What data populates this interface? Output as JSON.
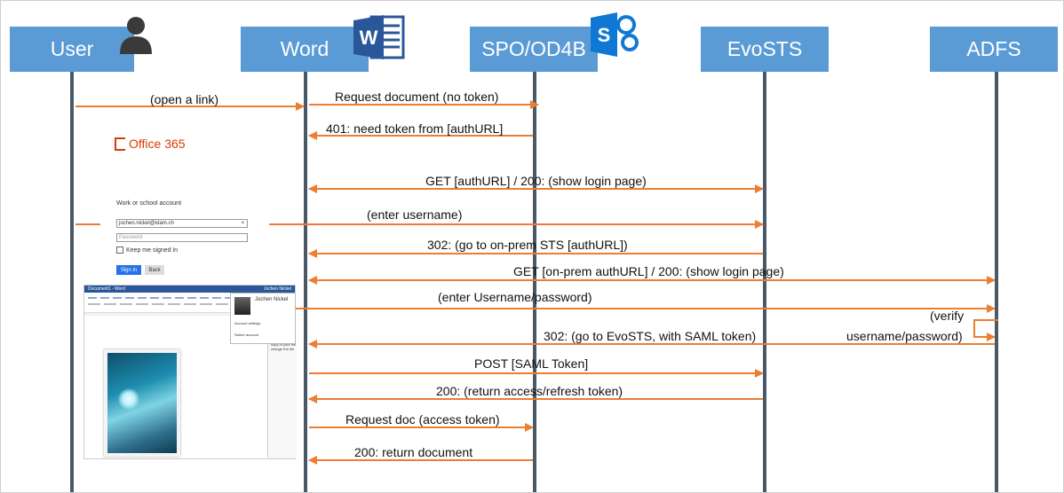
{
  "actors": [
    {
      "id": "user",
      "label": "User"
    },
    {
      "id": "word",
      "label": "Word"
    },
    {
      "id": "spo",
      "label": "SPO/OD4B"
    },
    {
      "id": "evosts",
      "label": "EvoSTS"
    },
    {
      "id": "adfs",
      "label": "ADFS"
    }
  ],
  "icons": {
    "user": "user-icon",
    "word": "word-icon",
    "word_letter": "W",
    "sharepoint": "sharepoint-icon",
    "sharepoint_letter": "S"
  },
  "messages": [
    {
      "label": "(open a link)"
    },
    {
      "label": "Request document (no token)"
    },
    {
      "label": "401: need token from [authURL]"
    },
    {
      "label": "GET [authURL] / 200: (show login page)"
    },
    {
      "label": "(enter username)"
    },
    {
      "label": "302: (go to on-prem STS [authURL])"
    },
    {
      "label": "GET [on-prem authURL] / 200: (show login page)"
    },
    {
      "label": "(enter Username/password)"
    },
    {
      "label": "(verify"
    },
    {
      "label": "username/password)"
    },
    {
      "label": "302: (go to EvoSTS, with SAML token)"
    },
    {
      "label": "POST [SAML Token]"
    },
    {
      "label": "200: (return access/refresh token)"
    },
    {
      "label": "Request doc (access token)"
    },
    {
      "label": "200: return document"
    }
  ],
  "login_screenshot": {
    "brand": "Office 365",
    "heading": "Work or school account",
    "username_value": "jochen.nickel@idam.ch",
    "password_placeholder": "Password",
    "keep_signed_in": "Keep me signed in",
    "sign_in": "Sign in",
    "back": "Back"
  },
  "word_screenshot": {
    "title": "Document1 - Word",
    "user_name": "Jochen Nickel",
    "card_line1": "Jochen Nickel",
    "card_link1": "Account settings",
    "card_link2": "Switch account",
    "side_text": "copy of your file change the file"
  },
  "colors": {
    "actor_fill": "#5b9bd5",
    "lifeline": "#4a5968",
    "arrow": "#ed7d31",
    "office_red": "#d83b01",
    "word_blue": "#2b579a",
    "sharepoint_blue": "#0f78d4"
  }
}
